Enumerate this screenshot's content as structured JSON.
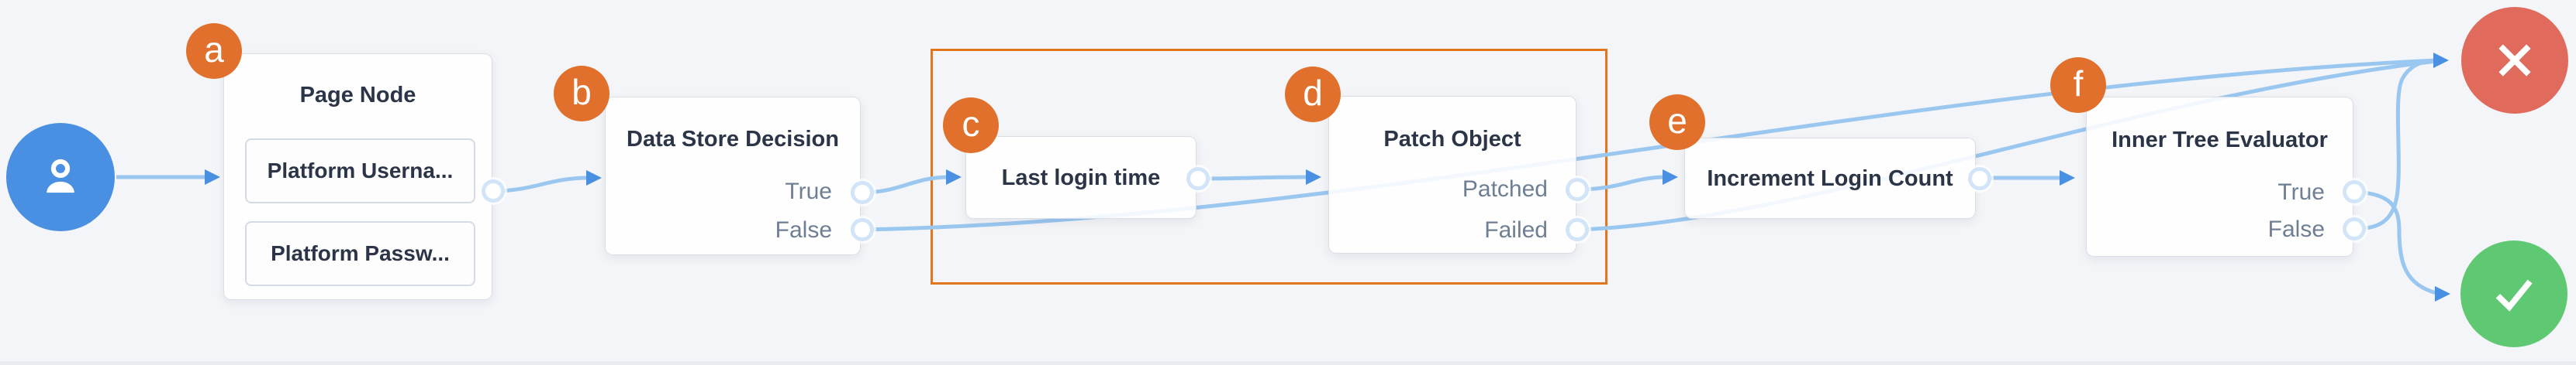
{
  "flow": {
    "start": {
      "icon": "user-icon"
    },
    "badges": [
      "a",
      "b",
      "c",
      "d",
      "e",
      "f"
    ],
    "nodes": [
      {
        "title": "Page Node",
        "fields": [
          "Platform Userna...",
          "Platform Passw..."
        ]
      },
      {
        "title": "Data Store Decision",
        "outputs": [
          "True",
          "False"
        ]
      },
      {
        "title": "Last login time"
      },
      {
        "title": "Patch Object",
        "outputs": [
          "Patched",
          "Failed"
        ]
      },
      {
        "title": "Increment Login Count"
      },
      {
        "title": "Inner Tree Evaluator",
        "outputs": [
          "True",
          "False"
        ]
      }
    ],
    "terminals": [
      {
        "type": "failure",
        "icon": "x-icon"
      },
      {
        "type": "success",
        "icon": "check-icon"
      }
    ],
    "colors": {
      "badge": "#e0702b",
      "group_border": "#e2761e",
      "edge": "#9ac7f0",
      "arrow": "#4a90e2",
      "start": "#4a90e2",
      "failure": "#e06b5c",
      "success": "#5ec873",
      "node_title": "#2b3547",
      "output_label": "#6e7e93",
      "canvas": "#f4f5f8"
    }
  }
}
